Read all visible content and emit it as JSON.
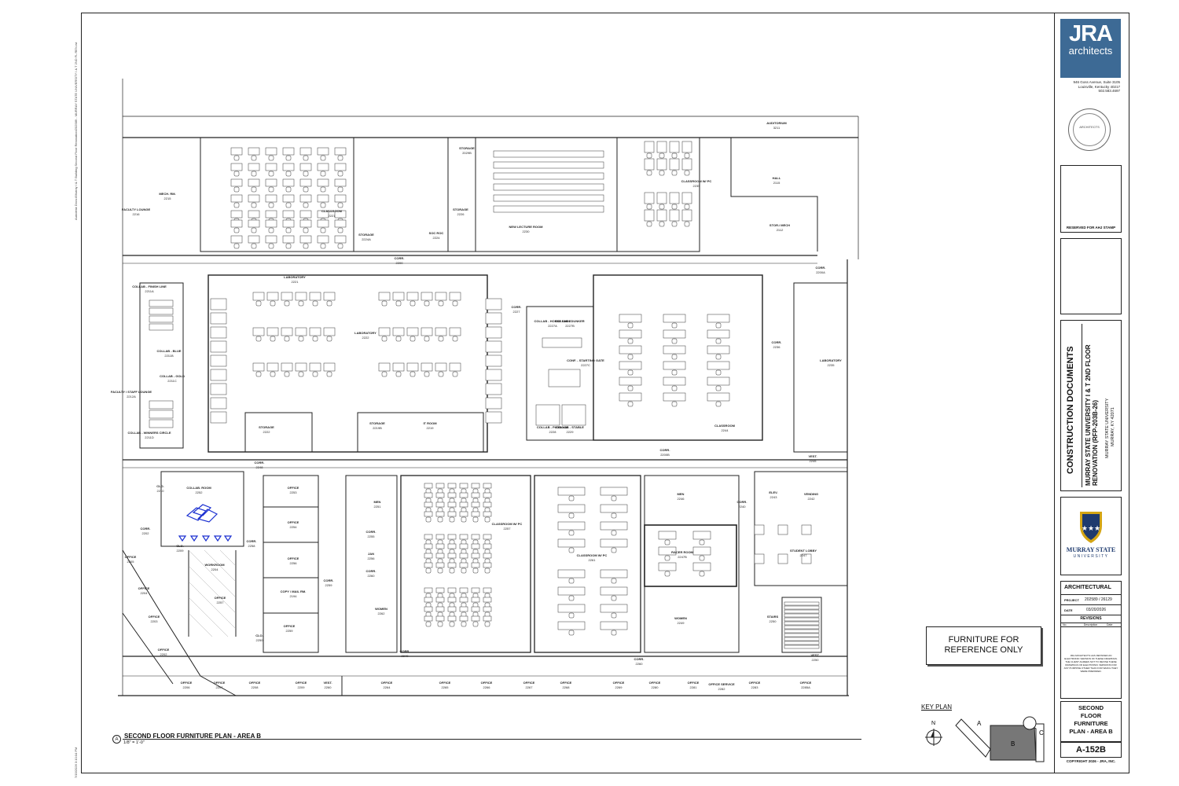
{
  "firm": {
    "name": "JRA",
    "subtitle": "architects",
    "address": [
      "946 Goss Avenue, Suite 3105",
      "Louisville, Kentucky 40217",
      "502.583.4697"
    ],
    "brand_color": "#3d6a95"
  },
  "seal": {
    "text": "ARCHITECTS"
  },
  "ahj_stamp": "RESERVED FOR AHJ STAMP",
  "document": {
    "phase": "CONSTRUCTION DOCUMENTS",
    "project_title": "MURRAY STATE UNIVERSITY I & T 2ND FLOOR RENOVATION (RFP-203B-26)",
    "client": "MURRAY STATE UNIVERSITY",
    "location": "MURRAY, KY 42071"
  },
  "client_logo": {
    "name_line1": "MURRAY STATE",
    "name_line2": "UNIVERSITY",
    "accent": "#1e3a6e",
    "gold": "#d4a514"
  },
  "sheet_info": {
    "discipline": "ARCHITECTURAL",
    "project_label": "PROJECT",
    "project_value": "202589 / 26129",
    "date_label": "DATE",
    "date_value": "03/20/2026",
    "revisions_label": "REVISIONS",
    "rev_headers": [
      "No.",
      "Description",
      "Date"
    ],
    "disclaimer": "JRA ARCHITECTS HAS RETAINED AN ELECTRONIC VERSION OF THESE DRAWINGS. THE CLIENT AGREES NOT TO REVISE THESE DRAWINGS OR ELECTRONIC VERSIONS FOR ANY PURPOSE OTHER THAN FOR WHICH THEY WERE PREPARED.",
    "sheet_title": "SECOND FLOOR FURNITURE PLAN - AREA B",
    "sheet_number": "A-152B",
    "copyright": "COPYRIGHT 2026 - JRA, INC."
  },
  "furniture_note": "FURNITURE FOR REFERENCE ONLY",
  "plan_title": {
    "marker": "A",
    "title": "SECOND FLOOR FURNITURE PLAN - AREA B",
    "scale": "1/8\" = 1'-0\""
  },
  "key_plan": {
    "label": "KEY PLAN",
    "north": "N",
    "areas": [
      "A",
      "B",
      "C"
    ],
    "highlight": "#777777"
  },
  "side_note": "Autodesk Docs://Murray I & T Building Second Floor Renovation/202589 - MURRAY STATE UNIVERSITY I & T 2ND FL REN.rvt",
  "side_date": "7/15/2026 3:10:04 PM",
  "rooms": [
    {
      "name": "AUDITORIUM",
      "num": "3211"
    },
    {
      "name": "STORAGE",
      "num": "2029B"
    },
    {
      "name": "FACULTY LOUNGE",
      "num": "2216"
    },
    {
      "name": "MECH. RM.",
      "num": "2215"
    },
    {
      "name": "CLASSROOM",
      "num": "2221"
    },
    {
      "name": "STORAGE",
      "num": "2224A"
    },
    {
      "name": "SOC ROC",
      "num": "2224"
    },
    {
      "name": "STORAGE",
      "num": "2226"
    },
    {
      "name": "NEW LECTURE ROOM",
      "num": "2230"
    },
    {
      "name": "CLASSROOM W/ PC",
      "num": "2235"
    },
    {
      "name": "HALL",
      "num": "2115"
    },
    {
      "name": "STOR./ MECH",
      "num": "2112"
    },
    {
      "name": "CORR.",
      "num": "2200"
    },
    {
      "name": "CORR.",
      "num": "2200A"
    },
    {
      "name": "COLLAB - FINISH LINE",
      "num": "2211A"
    },
    {
      "name": "LABORATORY",
      "num": "2221"
    },
    {
      "name": "LABORATORY",
      "num": "2222"
    },
    {
      "name": "CORR.",
      "num": "2227"
    },
    {
      "name": "COLLAB - HORSE SHOE",
      "num": "2227A"
    },
    {
      "name": "COLLAB - DUNKER",
      "num": "2227B"
    },
    {
      "name": "CONF. - STARTING GATE",
      "num": "2227C"
    },
    {
      "name": "CORR.",
      "num": "2236"
    },
    {
      "name": "LABORATORY",
      "num": "2235"
    },
    {
      "name": "COLLAB - BLUE",
      "num": "2211B"
    },
    {
      "name": "COLLAB - GOLD",
      "num": "2211C"
    },
    {
      "name": "FACULTY / STAFF LOUNGE",
      "num": "2212A"
    },
    {
      "name": "COLLAB - WINNERS CIRCLE",
      "num": "2211D"
    },
    {
      "name": "STORAGE",
      "num": "2222"
    },
    {
      "name": "STORAGE",
      "num": "2219B"
    },
    {
      "name": "IT ROOM",
      "num": "2219"
    },
    {
      "name": "COLLAB - PADDOCK",
      "num": "2228"
    },
    {
      "name": "COLLAB - STABLE",
      "num": "2229"
    },
    {
      "name": "CLASSROOM",
      "num": "2244"
    },
    {
      "name": "CORR.",
      "num": "2200B"
    },
    {
      "name": "CORR.",
      "num": "2248"
    },
    {
      "name": "VEST.",
      "num": "2245"
    },
    {
      "name": "CLO.",
      "num": "2210"
    },
    {
      "name": "COLLAB. ROOM",
      "num": "2252"
    },
    {
      "name": "OFFICE",
      "num": "2253"
    },
    {
      "name": "MEN",
      "num": "2251"
    },
    {
      "name": "CLASSROOM W/ PC",
      "num": "2257"
    },
    {
      "name": "MEN",
      "num": "2246"
    },
    {
      "name": "CORR.",
      "num": "2240"
    },
    {
      "name": "ELEV.",
      "num": "2243"
    },
    {
      "name": "VENDING",
      "num": "2242"
    },
    {
      "name": "CORR.",
      "num": "2202"
    },
    {
      "name": "CLO.",
      "num": "2209"
    },
    {
      "name": "CORR.",
      "num": "2258"
    },
    {
      "name": "OFFICE",
      "num": "2254"
    },
    {
      "name": "CORR.",
      "num": "2255"
    },
    {
      "name": "JAN",
      "num": "2256"
    },
    {
      "name": "CLASSROOM W/ PC",
      "num": "2261"
    },
    {
      "name": "RACER ROOM",
      "num": "2247B"
    },
    {
      "name": "STUDENT LOBBY",
      "num": "2247"
    },
    {
      "name": "OFFICE",
      "num": "2205"
    },
    {
      "name": "WORKROOM",
      "num": "2204"
    },
    {
      "name": "OFFICE",
      "num": "2256"
    },
    {
      "name": "OFFICE",
      "num": "2204"
    },
    {
      "name": "COPY / MAIL RM.",
      "num": "2194"
    },
    {
      "name": "OFFICE",
      "num": "2257"
    },
    {
      "name": "CORR.",
      "num": "2259"
    },
    {
      "name": "CORR.",
      "num": "2260"
    },
    {
      "name": "WOMEN",
      "num": "2262"
    },
    {
      "name": "WOMEN",
      "num": "2249"
    },
    {
      "name": "STAIRS",
      "num": "2250"
    },
    {
      "name": "OFFICE",
      "num": "2203"
    },
    {
      "name": "OFFICE",
      "num": "2259"
    },
    {
      "name": "OFFICE",
      "num": "2202"
    },
    {
      "name": "CLO.",
      "num": "2250"
    },
    {
      "name": "CORR.",
      "num": "2240"
    },
    {
      "name": "CORR.",
      "num": "2260"
    },
    {
      "name": "VEST.",
      "num": "2250"
    },
    {
      "name": "OFFICE",
      "num": "2206"
    },
    {
      "name": "OFFICE",
      "num": "2207"
    },
    {
      "name": "OFFICE",
      "num": "2208"
    },
    {
      "name": "OFFICE",
      "num": "2209"
    },
    {
      "name": "VEST.",
      "num": "2260"
    },
    {
      "name": "OFFICE",
      "num": "2264"
    },
    {
      "name": "OFFICE",
      "num": "2265"
    },
    {
      "name": "OFFICE",
      "num": "2266"
    },
    {
      "name": "OFFICE",
      "num": "2267"
    },
    {
      "name": "OFFICE",
      "num": "2268"
    },
    {
      "name": "OFFICE",
      "num": "2269"
    },
    {
      "name": "OFFICE",
      "num": "2280"
    },
    {
      "name": "OFFICE",
      "num": "2281"
    },
    {
      "name": "OFFICE SERVICE",
      "num": "2282"
    },
    {
      "name": "OFFICE",
      "num": "2283"
    },
    {
      "name": "OFFICE",
      "num": "2285A"
    }
  ]
}
